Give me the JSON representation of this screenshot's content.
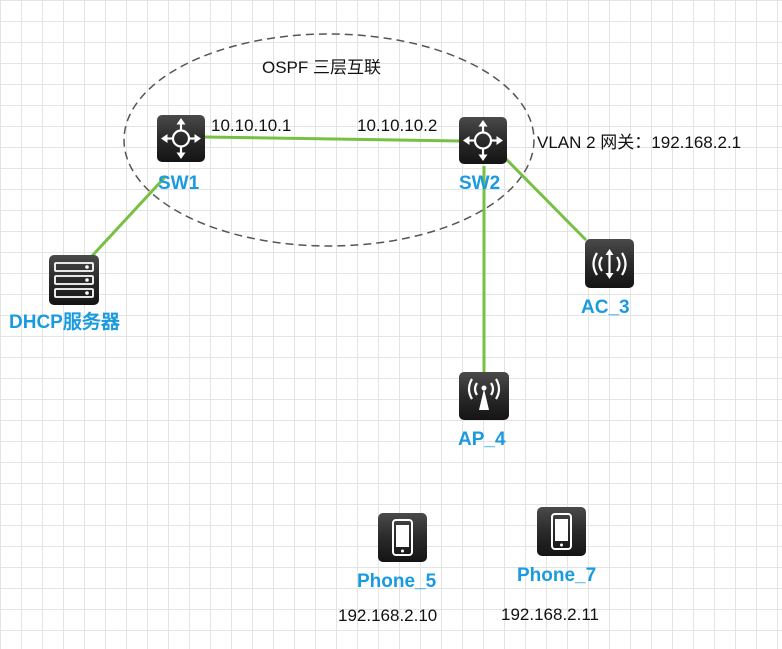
{
  "diagram": {
    "ospf_area_label": "OSPF 三层互联",
    "gateway_note": "VLAN 2 网关：192.168.2.1",
    "colors": {
      "link": "#77c043",
      "device_label": "#1a9be0",
      "icon_fill": "#2a2a2a"
    },
    "devices": {
      "sw1": {
        "label": "SW1",
        "icon": "layer3-switch-icon"
      },
      "sw2": {
        "label": "SW2",
        "icon": "layer3-switch-icon"
      },
      "dhcp": {
        "label": "DHCP服务器",
        "icon": "server-icon"
      },
      "ac3": {
        "label": "AC_3",
        "icon": "access-controller-icon"
      },
      "ap4": {
        "label": "AP_4",
        "icon": "access-point-icon"
      },
      "phone5": {
        "label": "Phone_5",
        "icon": "phone-icon",
        "ip": "192.168.2.10"
      },
      "phone7": {
        "label": "Phone_7",
        "icon": "phone-icon",
        "ip": "192.168.2.11"
      }
    },
    "interfaces": {
      "sw1_ip": "10.10.10.1",
      "sw2_ip": "10.10.10.2"
    }
  }
}
